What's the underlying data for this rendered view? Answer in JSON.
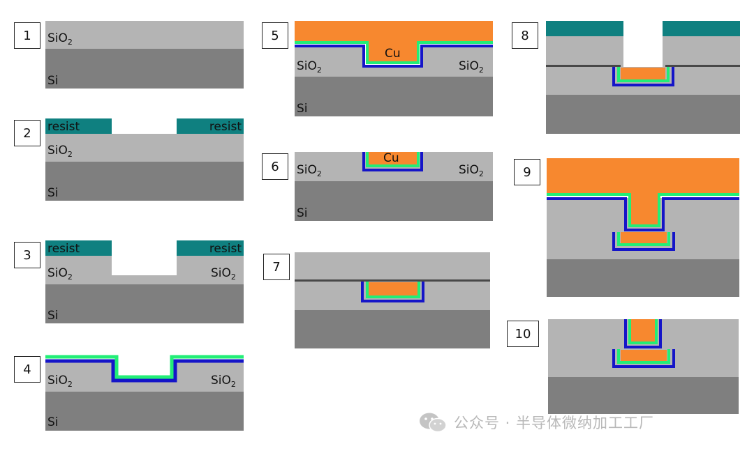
{
  "steps": [
    {
      "num": "1",
      "labels": {
        "sio2": "SiO",
        "si": "Si"
      }
    },
    {
      "num": "2",
      "labels": {
        "resist_left": "resist",
        "resist_right": "resist",
        "sio2": "SiO",
        "si": "Si"
      }
    },
    {
      "num": "3",
      "labels": {
        "resist_left": "resist",
        "resist_right": "resist",
        "sio2_left": "SiO",
        "sio2_right": "SiO",
        "si": "Si"
      }
    },
    {
      "num": "4",
      "labels": {
        "sio2_left": "SiO",
        "sio2_right": "SiO",
        "si": "Si"
      }
    },
    {
      "num": "5",
      "labels": {
        "cu": "Cu",
        "sio2_left": "SiO",
        "sio2_right": "SiO",
        "si": "Si"
      }
    },
    {
      "num": "6",
      "labels": {
        "cu": "Cu",
        "sio2_left": "SiO",
        "sio2_right": "SiO",
        "si": "Si"
      }
    },
    {
      "num": "7",
      "labels": {}
    },
    {
      "num": "8",
      "labels": {}
    },
    {
      "num": "9",
      "labels": {}
    },
    {
      "num": "10",
      "labels": {}
    }
  ],
  "subscript": "2",
  "watermark": {
    "text": "公众号 · 半导体微纳加工工厂",
    "icon": "wechat-icon"
  },
  "colors": {
    "sio2": "#b4b4b4",
    "si": "#7f7f7f",
    "resist": "#0f8080",
    "cu": "#f7882f",
    "barrier_green": "#22ee77",
    "barrier_blue": "#1515c8",
    "etch_stop": "#484848",
    "text": "#111111"
  }
}
